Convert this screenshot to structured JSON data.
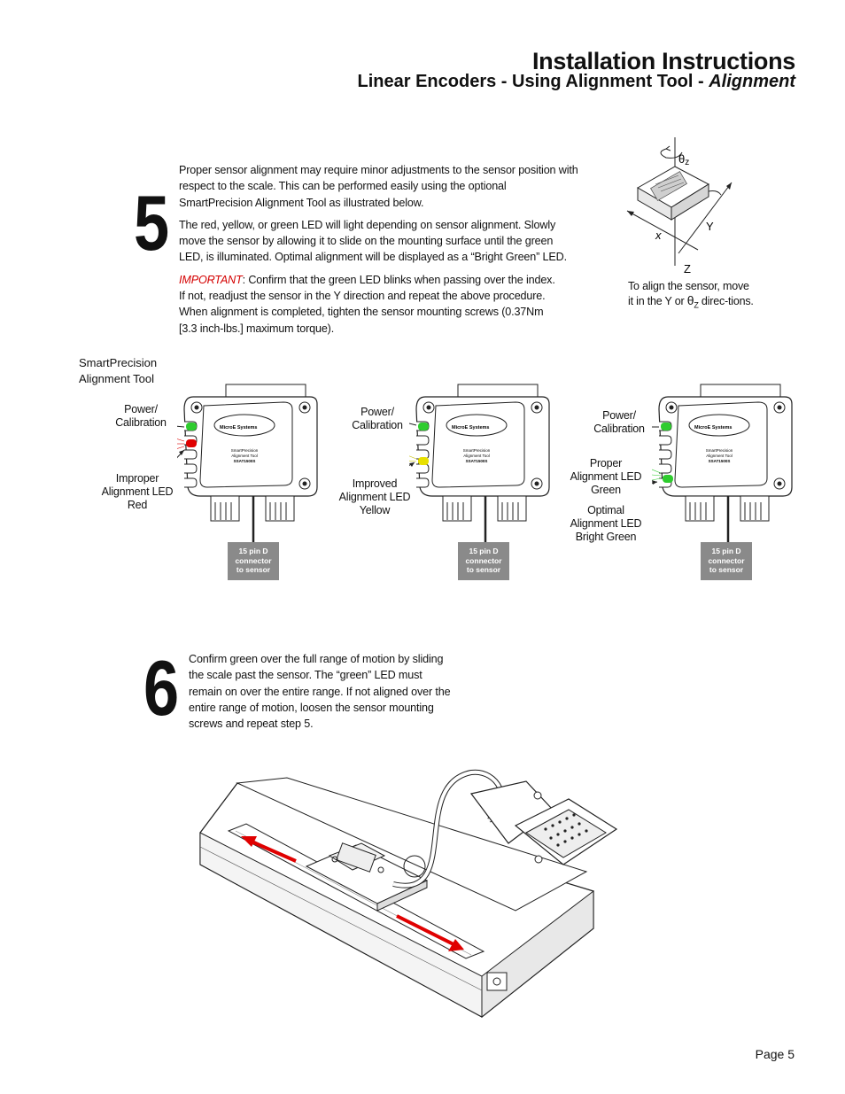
{
  "header": {
    "title": "Installation Instructions",
    "subtitle_prefix": "Linear Encoders - Using Alignment Tool - ",
    "subtitle_italic": "Alignment"
  },
  "step5": {
    "number": "5",
    "para1": "Proper sensor alignment may require minor adjustments to the sensor position with respect to the scale. This can be performed easily using the optional SmartPrecision Alignment Tool as illustrated below.",
    "para2": "The red, yellow, or green LED will light depending on sensor alignment. Slowly move the sensor by allowing it to slide on the mounting surface until the green LED, is illuminated. Optimal alignment will be displayed as a “Bright Green” LED.",
    "important_label": "IMPORTANT",
    "important_text": ": Confirm that the green LED blinks when passing over the index. If not, readjust the sensor in the Y direction and repeat the above procedure. When alignment is completed, tighten the sensor mounting screws (0.37Nm [3.3 inch-lbs.] maximum torque).",
    "axis_note_prefix": "To align the sensor, move it in the Y or ",
    "axis_note_theta": "θ",
    "axis_note_sub": "Z",
    "axis_note_suffix": " direc-tions.",
    "axes": {
      "theta": "θ",
      "theta_sub": "z",
      "x": "x",
      "y": "Y",
      "z": "Z"
    }
  },
  "tool_label": {
    "line1": "SmartPrecision",
    "line2": "Alignment Tool"
  },
  "tools": [
    {
      "power_l1": "Power/",
      "power_l2": "Calibration",
      "status_l1": "Improper",
      "status_l2": "Alignment LED",
      "status_l3": "Red",
      "led_color": "#e00000"
    },
    {
      "power_l1": "Power/",
      "power_l2": "Calibration",
      "status_l1": "Improved",
      "status_l2": "Alignment LED",
      "status_l3": "Yellow",
      "led_color": "#e8e000"
    },
    {
      "power_l1": "Power/",
      "power_l2": "Calibration",
      "status_l1": "Proper",
      "status_l2": "Alignment LED",
      "status_l3": "Green",
      "status2_l1": "Optimal",
      "status2_l2": "Alignment LED",
      "status2_l3": "Bright Green",
      "led_color": "#2ecc2e"
    }
  ],
  "tool_device": {
    "brand": "MicroE Systems",
    "model_l1": "SmartPrecision",
    "model_l2": "Alignment Tool",
    "model_l3": "SSAT1500S",
    "power_led_color": "#2ecc2e"
  },
  "connector": {
    "line1": "15 pin D",
    "line2": "connector",
    "line3": "to sensor"
  },
  "step6": {
    "number": "6",
    "para": "Confirm green over the full range of motion by sliding the scale past the sensor. The “green” LED must remain on over the entire range. If not aligned over the entire range of motion, loosen the sensor mounting screws and repeat step 5."
  },
  "footer": {
    "page": "Page 5"
  },
  "colors": {
    "important": "#d40000",
    "arrow": "#e00000",
    "connector_bg": "#8a8a8a"
  }
}
